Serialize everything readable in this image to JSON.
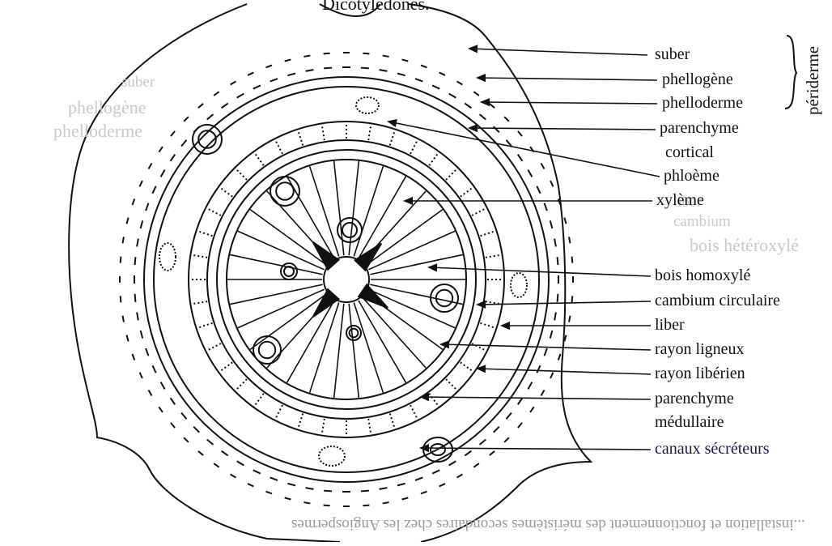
{
  "diagram": {
    "top_title": "Dicotylédones.",
    "group_label": "périderme",
    "labels": {
      "suber": "suber",
      "phellogene": "phellogène",
      "phelloderme": "phelloderme",
      "parenchyme_cortical_1": "parenchyme",
      "parenchyme_cortical_2": "cortical",
      "phloeme": "phloème",
      "xyleme": "xylème",
      "bois_homoxyle": "bois homoxylé",
      "cambium_circulaire": "cambium  circulaire",
      "liber": "liber",
      "rayon_ligneux": "rayon ligneux",
      "rayon_liberien": "rayon libérien",
      "parenchyme_medullaire_1": "parenchyme",
      "parenchyme_medullaire_2": "médullaire",
      "canaux_secreteurs": "canaux sécréteurs"
    },
    "show_through": {
      "suber": "suber",
      "phellogene": "phellogène",
      "phelloderme": "phelloderme",
      "liber": "liber",
      "cambium": "cambium",
      "bois_heteroxyle": "bois hétéroxylé"
    },
    "bottom_caption": "...installation et fonctionnement des méristèmes secondaires chez les Angiospermes"
  }
}
